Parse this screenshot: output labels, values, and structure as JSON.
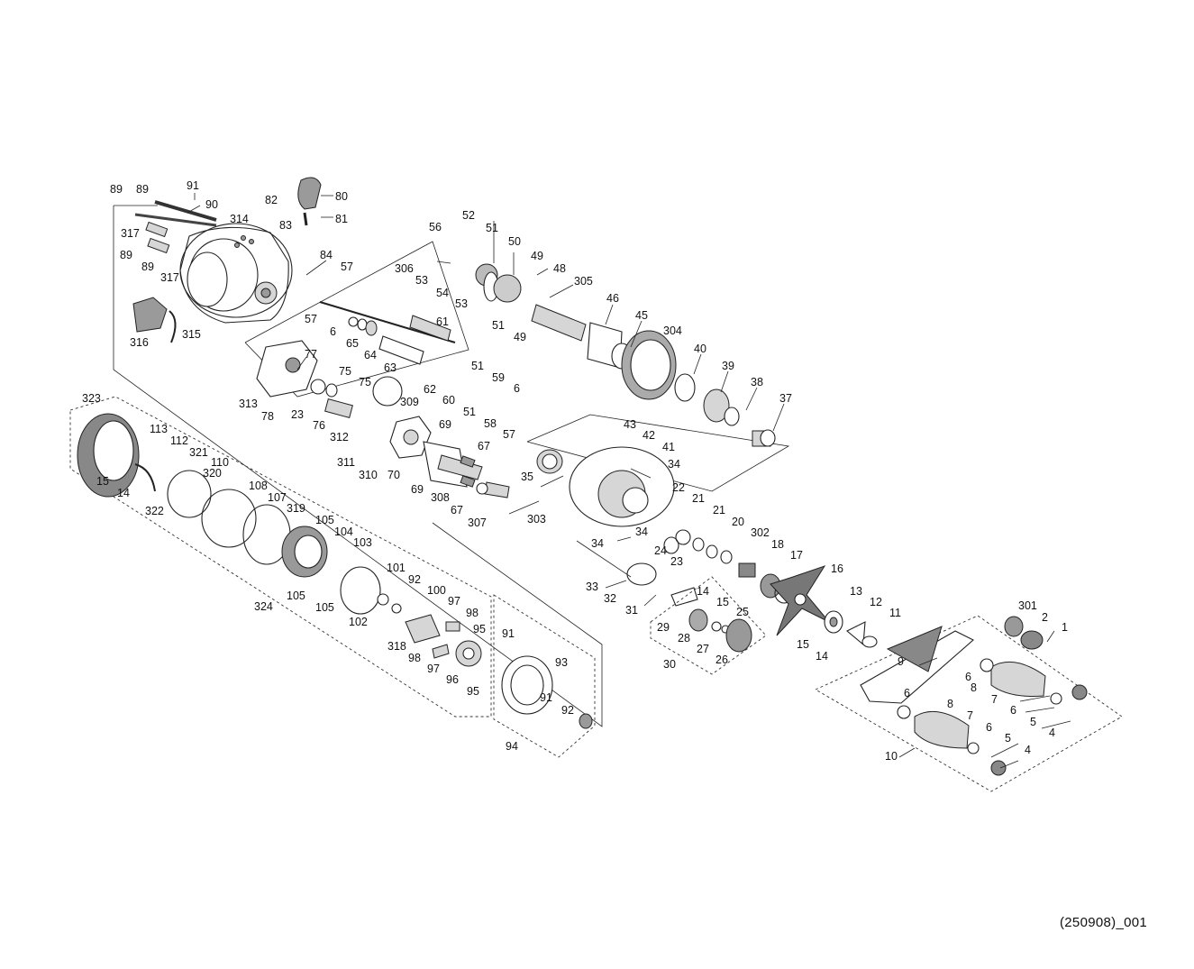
{
  "diagram": {
    "footer_code": "(250908)_001",
    "labels": [
      {
        "id": "89",
        "t": "89"
      },
      {
        "id": "89b",
        "t": "89"
      },
      {
        "id": "91",
        "t": "91"
      },
      {
        "id": "90",
        "t": "90"
      },
      {
        "id": "314",
        "t": "314"
      },
      {
        "id": "317",
        "t": "317"
      },
      {
        "id": "89c",
        "t": "89"
      },
      {
        "id": "89d",
        "t": "89"
      },
      {
        "id": "317b",
        "t": "317"
      },
      {
        "id": "82",
        "t": "82"
      },
      {
        "id": "80",
        "t": "80"
      },
      {
        "id": "83",
        "t": "83"
      },
      {
        "id": "81",
        "t": "81"
      },
      {
        "id": "84",
        "t": "84"
      },
      {
        "id": "57",
        "t": "57"
      },
      {
        "id": "316",
        "t": "316"
      },
      {
        "id": "315",
        "t": "315"
      },
      {
        "id": "57b",
        "t": "57"
      },
      {
        "id": "6",
        "t": "6"
      },
      {
        "id": "65",
        "t": "65"
      },
      {
        "id": "64",
        "t": "64"
      },
      {
        "id": "63",
        "t": "63"
      },
      {
        "id": "61",
        "t": "61"
      },
      {
        "id": "56",
        "t": "56"
      },
      {
        "id": "306",
        "t": "306"
      },
      {
        "id": "53",
        "t": "53"
      },
      {
        "id": "54",
        "t": "54"
      },
      {
        "id": "53b",
        "t": "53"
      },
      {
        "id": "52",
        "t": "52"
      },
      {
        "id": "51",
        "t": "51"
      },
      {
        "id": "50",
        "t": "50"
      },
      {
        "id": "51b",
        "t": "51"
      },
      {
        "id": "49",
        "t": "49"
      },
      {
        "id": "48",
        "t": "48"
      },
      {
        "id": "305",
        "t": "305"
      },
      {
        "id": "49b",
        "t": "49"
      },
      {
        "id": "46",
        "t": "46"
      },
      {
        "id": "45",
        "t": "45"
      },
      {
        "id": "304",
        "t": "304"
      },
      {
        "id": "40",
        "t": "40"
      },
      {
        "id": "39",
        "t": "39"
      },
      {
        "id": "38",
        "t": "38"
      },
      {
        "id": "37",
        "t": "37"
      },
      {
        "id": "43",
        "t": "43"
      },
      {
        "id": "42",
        "t": "42"
      },
      {
        "id": "41",
        "t": "41"
      },
      {
        "id": "77",
        "t": "77"
      },
      {
        "id": "313",
        "t": "313"
      },
      {
        "id": "78",
        "t": "78"
      },
      {
        "id": "75",
        "t": "75"
      },
      {
        "id": "75b",
        "t": "75"
      },
      {
        "id": "23",
        "t": "23"
      },
      {
        "id": "76",
        "t": "76"
      },
      {
        "id": "312",
        "t": "312"
      },
      {
        "id": "62",
        "t": "62"
      },
      {
        "id": "51c",
        "t": "51"
      },
      {
        "id": "59",
        "t": "59"
      },
      {
        "id": "60",
        "t": "60"
      },
      {
        "id": "51d",
        "t": "51"
      },
      {
        "id": "6b",
        "t": "6"
      },
      {
        "id": "58",
        "t": "58"
      },
      {
        "id": "57c",
        "t": "57"
      },
      {
        "id": "309",
        "t": "309"
      },
      {
        "id": "311",
        "t": "311"
      },
      {
        "id": "310",
        "t": "310"
      },
      {
        "id": "70",
        "t": "70"
      },
      {
        "id": "69",
        "t": "69"
      },
      {
        "id": "69b",
        "t": "69"
      },
      {
        "id": "67",
        "t": "67"
      },
      {
        "id": "308",
        "t": "308"
      },
      {
        "id": "67b",
        "t": "67"
      },
      {
        "id": "307",
        "t": "307"
      },
      {
        "id": "35",
        "t": "35"
      },
      {
        "id": "303",
        "t": "303"
      },
      {
        "id": "34",
        "t": "34"
      },
      {
        "id": "34b",
        "t": "34"
      },
      {
        "id": "34c",
        "t": "34"
      },
      {
        "id": "323",
        "t": "323"
      },
      {
        "id": "113",
        "t": "113"
      },
      {
        "id": "112",
        "t": "112"
      },
      {
        "id": "321",
        "t": "321"
      },
      {
        "id": "110",
        "t": "110"
      },
      {
        "id": "320",
        "t": "320"
      },
      {
        "id": "15",
        "t": "15"
      },
      {
        "id": "14",
        "t": "14"
      },
      {
        "id": "322",
        "t": "322"
      },
      {
        "id": "108",
        "t": "108"
      },
      {
        "id": "107",
        "t": "107"
      },
      {
        "id": "319",
        "t": "319"
      },
      {
        "id": "105",
        "t": "105"
      },
      {
        "id": "104",
        "t": "104"
      },
      {
        "id": "103",
        "t": "103"
      },
      {
        "id": "105b",
        "t": "105"
      },
      {
        "id": "105c",
        "t": "105"
      },
      {
        "id": "324",
        "t": "324"
      },
      {
        "id": "101",
        "t": "101"
      },
      {
        "id": "92",
        "t": "92"
      },
      {
        "id": "100",
        "t": "100"
      },
      {
        "id": "102",
        "t": "102"
      },
      {
        "id": "97",
        "t": "97"
      },
      {
        "id": "98",
        "t": "98"
      },
      {
        "id": "95",
        "t": "95"
      },
      {
        "id": "318",
        "t": "318"
      },
      {
        "id": "98b",
        "t": "98"
      },
      {
        "id": "97b",
        "t": "97"
      },
      {
        "id": "96",
        "t": "96"
      },
      {
        "id": "95b",
        "t": "95"
      },
      {
        "id": "91b",
        "t": "91"
      },
      {
        "id": "93",
        "t": "93"
      },
      {
        "id": "91c",
        "t": "91"
      },
      {
        "id": "92b",
        "t": "92"
      },
      {
        "id": "94",
        "t": "94"
      },
      {
        "id": "22",
        "t": "22"
      },
      {
        "id": "21",
        "t": "21"
      },
      {
        "id": "21b",
        "t": "21"
      },
      {
        "id": "20",
        "t": "20"
      },
      {
        "id": "302",
        "t": "302"
      },
      {
        "id": "24",
        "t": "24"
      },
      {
        "id": "23b",
        "t": "23"
      },
      {
        "id": "18",
        "t": "18"
      },
      {
        "id": "17",
        "t": "17"
      },
      {
        "id": "16",
        "t": "16"
      },
      {
        "id": "33",
        "t": "33"
      },
      {
        "id": "32",
        "t": "32"
      },
      {
        "id": "31",
        "t": "31"
      },
      {
        "id": "14b",
        "t": "14"
      },
      {
        "id": "15b",
        "t": "15"
      },
      {
        "id": "25",
        "t": "25"
      },
      {
        "id": "29",
        "t": "29"
      },
      {
        "id": "28",
        "t": "28"
      },
      {
        "id": "27",
        "t": "27"
      },
      {
        "id": "26",
        "t": "26"
      },
      {
        "id": "30",
        "t": "30"
      },
      {
        "id": "15c",
        "t": "15"
      },
      {
        "id": "14c",
        "t": "14"
      },
      {
        "id": "13",
        "t": "13"
      },
      {
        "id": "12",
        "t": "12"
      },
      {
        "id": "11",
        "t": "11"
      },
      {
        "id": "301",
        "t": "301"
      },
      {
        "id": "2",
        "t": "2"
      },
      {
        "id": "1",
        "t": "1"
      },
      {
        "id": "9",
        "t": "9"
      },
      {
        "id": "6c",
        "t": "6"
      },
      {
        "id": "8",
        "t": "8"
      },
      {
        "id": "7",
        "t": "7"
      },
      {
        "id": "6d",
        "t": "6"
      },
      {
        "id": "5",
        "t": "5"
      },
      {
        "id": "4",
        "t": "4"
      },
      {
        "id": "6e",
        "t": "6"
      },
      {
        "id": "8b",
        "t": "8"
      },
      {
        "id": "7b",
        "t": "7"
      },
      {
        "id": "6f",
        "t": "6"
      },
      {
        "id": "5b",
        "t": "5"
      },
      {
        "id": "4b",
        "t": "4"
      },
      {
        "id": "10",
        "t": "10"
      }
    ]
  }
}
